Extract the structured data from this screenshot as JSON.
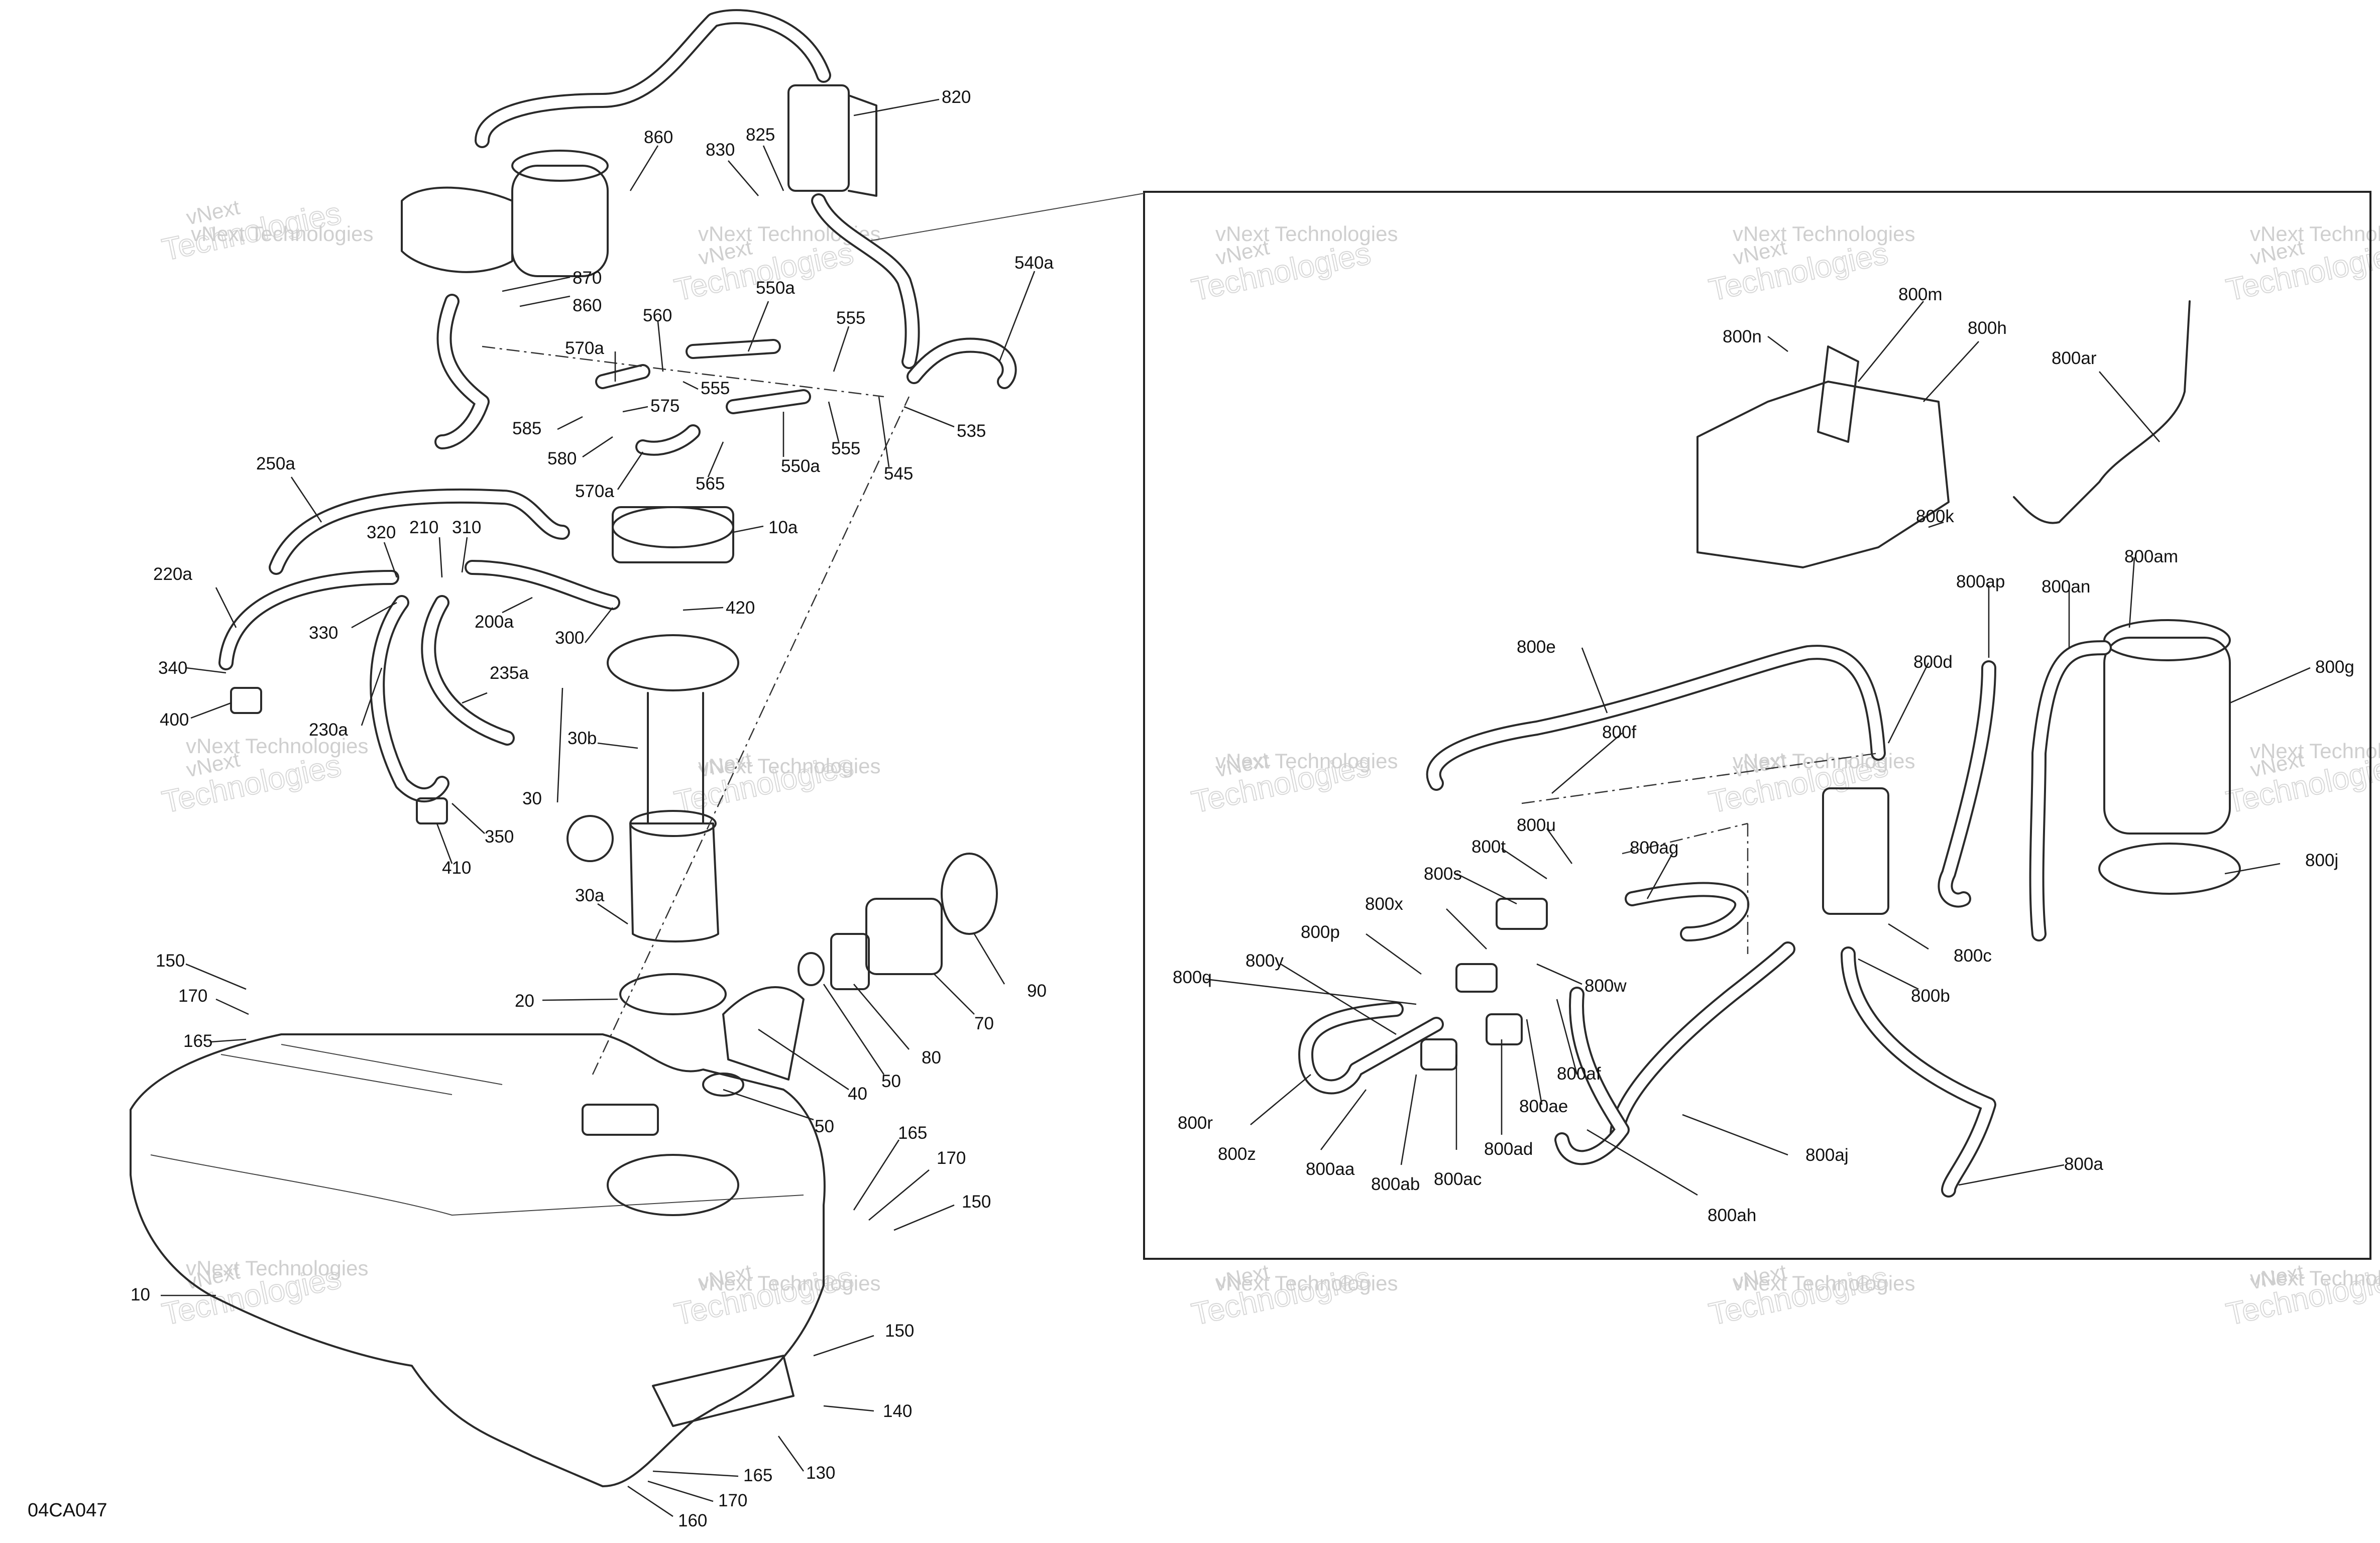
{
  "figure_code": "04CA047",
  "watermark": {
    "line1": "vNext",
    "line2": "Technologies",
    "line3": "vNext Technologies"
  },
  "callouts": [
    "820",
    "825",
    "830",
    "860",
    "860",
    "870",
    "560",
    "555",
    "570a",
    "575",
    "555",
    "585",
    "580",
    "570a",
    "565",
    "550a",
    "555",
    "545",
    "535",
    "550a",
    "540a",
    "10a",
    "420",
    "300",
    "200a",
    "210",
    "310",
    "320",
    "250a",
    "220a",
    "330",
    "340",
    "400",
    "235a",
    "230a",
    "350",
    "410",
    "30b",
    "30",
    "30a",
    "20",
    "90",
    "70",
    "80",
    "50",
    "40",
    "50",
    "150",
    "170",
    "165",
    "10",
    "165",
    "170",
    "150",
    "150",
    "140",
    "130",
    "165",
    "170",
    "160",
    "800m",
    "800n",
    "800h",
    "800ar",
    "800k",
    "800e",
    "800d",
    "800ap",
    "800an",
    "800am",
    "800g",
    "800f",
    "800u",
    "800t",
    "800s",
    "800ag",
    "800x",
    "800p",
    "800q",
    "800y",
    "800w",
    "800af",
    "800ae",
    "800ad",
    "800ac",
    "800ab",
    "800aa",
    "800z",
    "800r",
    "800ah",
    "800aj",
    "800c",
    "800b",
    "800a",
    "800j"
  ]
}
